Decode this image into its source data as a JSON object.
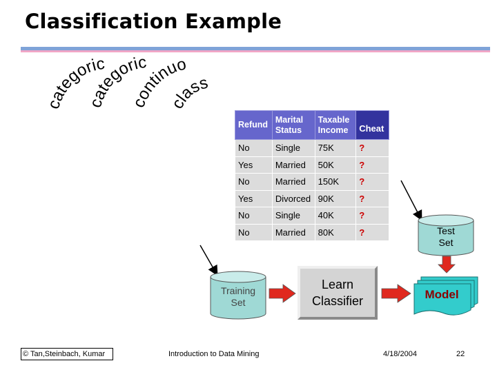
{
  "slide": {
    "title": "Classification Example"
  },
  "arc_labels": {
    "first": "categorical",
    "second": "categorical",
    "third": "continuous",
    "fourth": "class"
  },
  "table": {
    "headers": {
      "refund": "Refund",
      "marital_status": "Marital Status",
      "taxable_income": "Taxable Income",
      "cheat": "Cheat"
    },
    "rows": [
      [
        "No",
        "Single",
        "75K",
        "?"
      ],
      [
        "Yes",
        "Married",
        "50K",
        "?"
      ],
      [
        "No",
        "Married",
        "150K",
        "?"
      ],
      [
        "Yes",
        "Divorced",
        "90K",
        "?"
      ],
      [
        "No",
        "Single",
        "40K",
        "?"
      ],
      [
        "No",
        "Married",
        "80K",
        "?"
      ]
    ]
  },
  "test_set": {
    "line1": "Test",
    "line2": "Set"
  },
  "training_set": {
    "line1": "Training",
    "line2": "Set"
  },
  "learn_classifier": {
    "line1": "Learn",
    "line2": "Classifier"
  },
  "model": {
    "label": "Model"
  },
  "footer": {
    "copyright": "© Tan,Steinbach, Kumar",
    "course": "Introduction to Data Mining",
    "date": "4/18/2004",
    "page": "22"
  },
  "colors": {
    "table_header": "#6666cc",
    "table_cheat_header": "#33339e",
    "question_mark": "#cc0000",
    "cylinder_fill": "#9fd9d5",
    "cylinder_top": "#c9ecea",
    "model_fill": "#33cccc",
    "model_text": "#8b0000",
    "red_arrow": "#e0281e",
    "learn_box": "#d4d4d4",
    "title_rule_blue": "#7fa3d8",
    "title_rule_pink": "#f0a6c6"
  }
}
